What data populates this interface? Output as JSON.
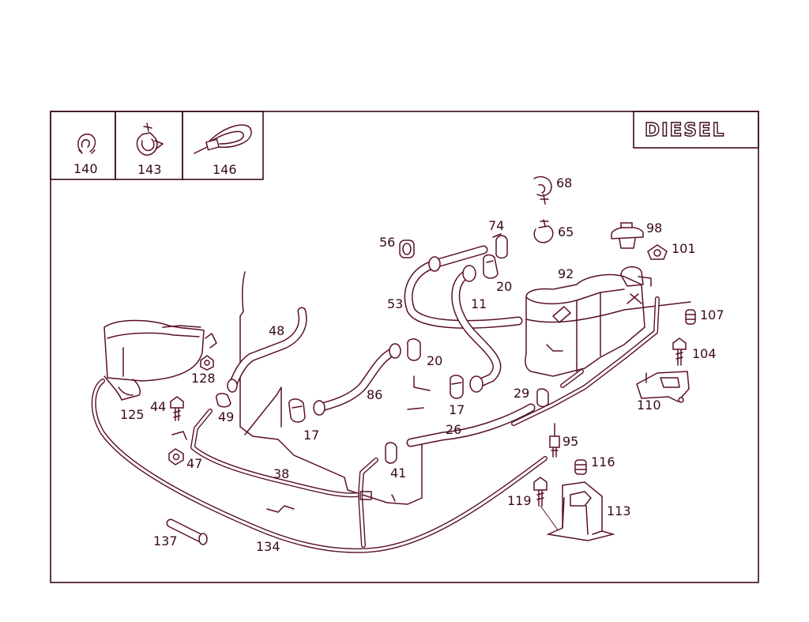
{
  "badge": {
    "label": "DIESEL"
  },
  "legend": [
    {
      "number": "140",
      "icon": "clip-icon"
    },
    {
      "number": "143",
      "icon": "hose-clamp-icon"
    },
    {
      "number": "146",
      "icon": "cable-tie-icon"
    }
  ],
  "parts": {
    "p68": "68",
    "p74": "74",
    "p65": "65",
    "p98": "98",
    "p101": "101",
    "p56": "56",
    "p92": "92",
    "p20a": "20",
    "p53": "53",
    "p11": "11",
    "p107": "107",
    "p48": "48",
    "p104": "104",
    "p128": "128",
    "p20b": "20",
    "p86": "86",
    "p29": "29",
    "p110": "110",
    "p44": "44",
    "p125": "125",
    "p49": "49",
    "p17a": "17",
    "p17b": "17",
    "p26": "26",
    "p95": "95",
    "p47": "47",
    "p116": "116",
    "p38": "38",
    "p41": "41",
    "p119": "119",
    "p113": "113",
    "p137": "137",
    "p134": "134"
  },
  "colors": {
    "line": "#5a1026",
    "text": "#3a0a18",
    "background": "#ffffff"
  }
}
